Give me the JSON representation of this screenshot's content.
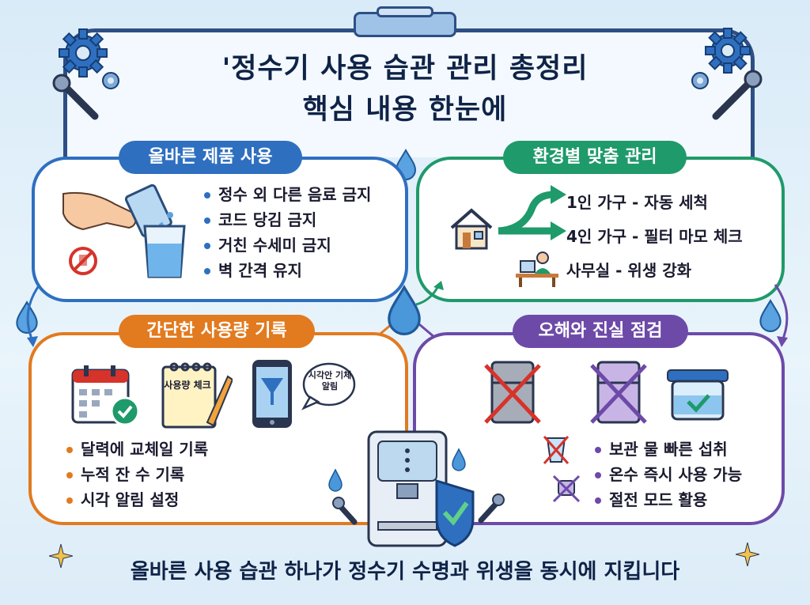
{
  "title": {
    "line1": "'정수기 사용 습관 관리 총정리",
    "line2": "핵심 내용 한눈에"
  },
  "sections": {
    "correct_use": {
      "label": "올바른 제품 사용",
      "items": [
        "정수 외 다른 음료 금지",
        "코드 당김 금지",
        "거친 수세미 금지",
        "벽 간격 유지"
      ]
    },
    "environment": {
      "label": "환경별 맞춤 관리",
      "items": [
        "1인 가구 - 자동 세척",
        "4인 가구 - 필터 마모 체크",
        "사무실 - 위생 강화"
      ]
    },
    "usage_log": {
      "label": "간단한 사용량 기록",
      "items": [
        "달력에 교체일 기록",
        "누적 잔 수 기록",
        "시각 알림 설정"
      ],
      "note_label": "사용량 체크",
      "alert_label": "시각안 기체알림"
    },
    "myths": {
      "label": "오해와 진실 점검",
      "items": [
        "보관 물 빠른 섭취",
        "온수 즉시 사용 가능",
        "절전 모드 활용"
      ]
    }
  },
  "footer": "올바른 사용 습관 하나가 정수기 수명과 위생을 동시에 지킵니다",
  "colors": {
    "blue": "#2e6fc0",
    "green": "#1f9a6a",
    "orange": "#e27a1f",
    "purple": "#6d4aa8",
    "navy": "#0f2347"
  },
  "icons": [
    "gear-icon",
    "wrench-icon",
    "water-drop-icon",
    "hand-pouring-icon",
    "glass-icon",
    "no-drink-icon",
    "house-icon",
    "branch-arrow-icon",
    "office-desk-icon",
    "calendar-icon",
    "notepad-icon",
    "phone-filter-icon",
    "fridge-icon",
    "container-check-icon",
    "water-dispenser-icon",
    "shield-check-icon",
    "sparkle-icon"
  ]
}
